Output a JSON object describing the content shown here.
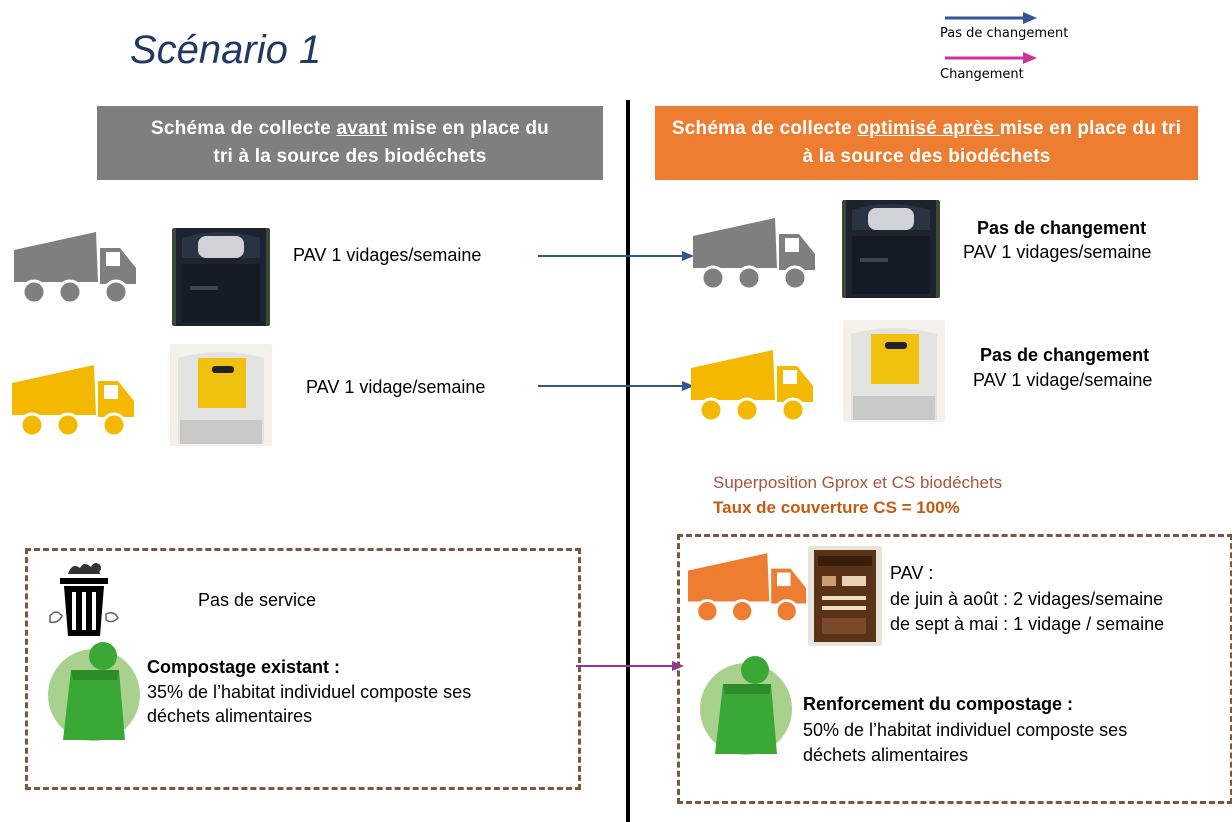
{
  "title": "Scénario 1",
  "legend": {
    "no_change": "Pas de changement",
    "change": "Changement",
    "no_change_color": "#2f5597",
    "change_color": "#cc3399"
  },
  "headers": {
    "left_pre": "Schéma de collecte ",
    "left_u": "avant",
    "left_post": " mise en place du tri à la source des biodéchets",
    "right_pre": "Schéma de collecte ",
    "right_u": "optimisé après ",
    "right_post": "mise en place du tri à la source des biodéchets"
  },
  "left": {
    "row1": "PAV 1 vidages/semaine",
    "row2": "PAV 1 vidage/semaine",
    "no_service": "Pas de service",
    "compost_title": "Compostage existant :",
    "compost_line1": "35% de l’habitat individuel composte ses",
    "compost_line2": "déchets alimentaires"
  },
  "right": {
    "row1_title": "Pas de changement",
    "row1_text": "PAV 1 vidages/semaine",
    "row2_title": "Pas de changement",
    "row2_text": "PAV 1 vidage/semaine",
    "overlay_line1": "Superposition Gprox et CS biodéchets",
    "overlay_line2": "Taux de couverture CS = 100%",
    "pav_title": "PAV :",
    "pav_line1": "de juin à août : 2 vidages/semaine",
    "pav_line2": "de sept à mai : 1 vidage / semaine",
    "compost_title": "Renforcement du compostage :",
    "compost_line1": "50% de l’habitat individuel composte ses",
    "compost_line2": "déchets alimentaires"
  },
  "colors": {
    "gray_truck": "#7f7f7f",
    "yellow_truck": "#f5b800",
    "orange_truck": "#ed7d31",
    "compost_green": "#3aa835"
  }
}
